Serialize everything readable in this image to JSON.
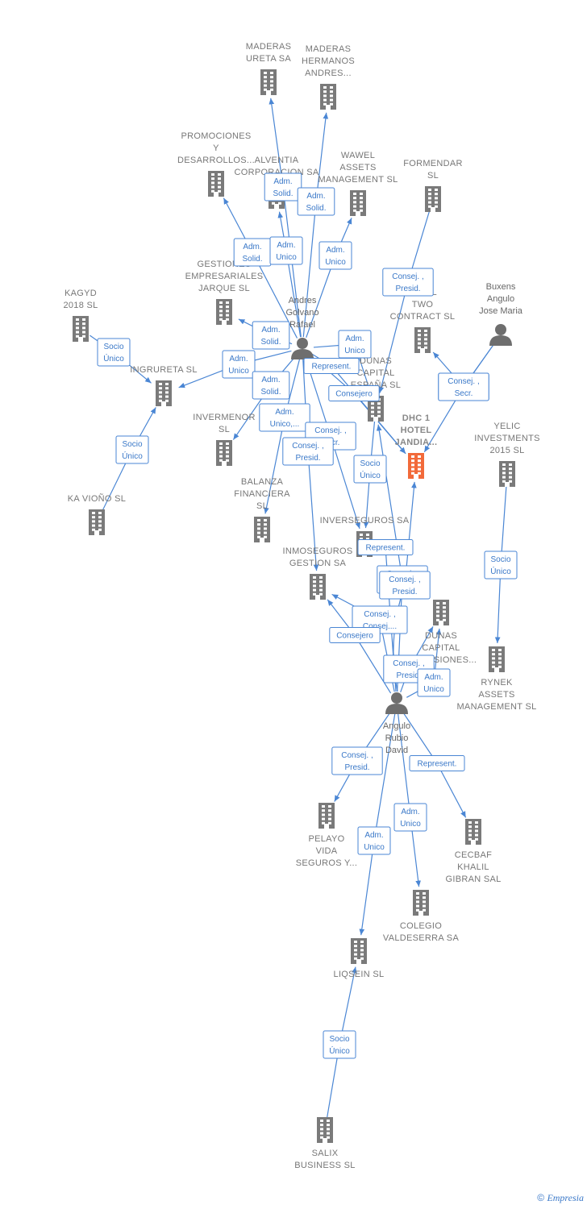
{
  "colors": {
    "company": "#7a7a7a",
    "focus": "#f26a3a",
    "person": "#6e6e6e",
    "edge": "#4a86d4"
  },
  "footer": {
    "copyright": "©",
    "brand": "Empresia"
  },
  "nodes": [
    {
      "id": "maderas_ureta",
      "type": "company",
      "label": [
        "MADERAS",
        "URETA SA"
      ]
    },
    {
      "id": "maderas_hermanos",
      "type": "company",
      "label": [
        "MADERAS",
        "HERMANOS",
        "ANDRES..."
      ]
    },
    {
      "id": "promociones",
      "type": "company",
      "label": [
        "PROMOCIONES",
        "Y",
        "DESARROLLOS..."
      ]
    },
    {
      "id": "alventia",
      "type": "company",
      "label": [
        "ALVENTIA",
        "CORPORACION SA"
      ]
    },
    {
      "id": "wawel",
      "type": "company",
      "label": [
        "WAWEL",
        "ASSETS",
        "MANAGEMENT SL"
      ]
    },
    {
      "id": "formendar",
      "type": "company",
      "label": [
        "FORMENDAR",
        "SL"
      ]
    },
    {
      "id": "gestiones",
      "type": "company",
      "label": [
        "GESTIONES",
        "EMPRESARIALES",
        "JARQUE SL"
      ]
    },
    {
      "id": "kagyd",
      "type": "company",
      "label": [
        "KAGYD",
        "2018  SL"
      ]
    },
    {
      "id": "two_contract",
      "type": "company",
      "label": [
        "TOTAL",
        "TWO",
        "CONTRACT SL"
      ]
    },
    {
      "id": "buxens",
      "type": "person",
      "label": [
        "Buxens",
        "Angulo",
        "Jose Maria"
      ]
    },
    {
      "id": "andres",
      "type": "person",
      "label": [
        "Andres",
        "Golvano",
        "Rafael"
      ]
    },
    {
      "id": "ingrureta",
      "type": "company",
      "label": [
        "INGRURETA SL"
      ]
    },
    {
      "id": "dunas_espana",
      "type": "company",
      "label": [
        "DUNAS",
        "CAPITAL",
        "ESPAÑA SL"
      ]
    },
    {
      "id": "dhc",
      "type": "focus",
      "label": [
        "DHC 1",
        "HOTEL",
        "JANDIA..."
      ]
    },
    {
      "id": "yelic",
      "type": "company",
      "label": [
        "YELIC",
        "INVESTMENTS",
        "2015  SL"
      ]
    },
    {
      "id": "invermenor",
      "type": "company",
      "label": [
        "INVERMENOR",
        "SL"
      ]
    },
    {
      "id": "ka_vino",
      "type": "company",
      "label": [
        "KA VIOÑO  SL"
      ]
    },
    {
      "id": "balanza",
      "type": "company",
      "label": [
        "BALANZA",
        "FINANCIERA",
        "SL"
      ]
    },
    {
      "id": "inverseguros",
      "type": "company",
      "label": [
        "INVERSEGUROS SA"
      ]
    },
    {
      "id": "inmoseguros",
      "type": "company",
      "label": [
        "INMOSEGUROS",
        "GESTION SA"
      ]
    },
    {
      "id": "dunas_inversiones",
      "type": "company",
      "label": [
        "DUNAS",
        "CAPITAL",
        "INVERSIONES..."
      ]
    },
    {
      "id": "rynek",
      "type": "company",
      "label": [
        "RYNEK",
        "ASSETS",
        "MANAGEMENT SL"
      ]
    },
    {
      "id": "angulo",
      "type": "person",
      "label": [
        "Angulo",
        "Rubio",
        "David"
      ]
    },
    {
      "id": "pelayo",
      "type": "company",
      "label": [
        "PELAYO",
        "VIDA",
        "SEGUROS Y..."
      ]
    },
    {
      "id": "cecbaf",
      "type": "company",
      "label": [
        "CECBAF",
        "KHALIL",
        "GIBRAN SAL"
      ]
    },
    {
      "id": "colegio",
      "type": "company",
      "label": [
        "COLEGIO",
        "VALDESERRA SA"
      ]
    },
    {
      "id": "liqsein",
      "type": "company",
      "label": [
        "LIQSEIN SL"
      ]
    },
    {
      "id": "salix",
      "type": "company",
      "label": [
        "SALIX",
        "BUSINESS  SL"
      ]
    }
  ],
  "edges": [
    {
      "from": "andres",
      "to": "maderas_ureta",
      "label": [
        "Adm.",
        "Solid."
      ]
    },
    {
      "from": "andres",
      "to": "maderas_hermanos",
      "label": [
        "Adm.",
        "Solid."
      ]
    },
    {
      "from": "andres",
      "to": "promociones",
      "label": [
        "Adm.",
        "Solid."
      ]
    },
    {
      "from": "andres",
      "to": "alventia",
      "label": [
        "Adm.",
        "Unico"
      ]
    },
    {
      "from": "andres",
      "to": "wawel",
      "label": [
        "Adm.",
        "Unico"
      ]
    },
    {
      "from": "andres",
      "to": "gestiones",
      "label": [
        "Adm.",
        "Solid."
      ]
    },
    {
      "from": "andres",
      "to": "ingrureta",
      "label": [
        "Adm.",
        "Unico"
      ]
    },
    {
      "from": "andres",
      "to": "invermenor",
      "label": [
        "Adm.",
        "Solid."
      ]
    },
    {
      "from": "andres",
      "to": "dunas_espana",
      "label": [
        "Adm.",
        "Unico"
      ]
    },
    {
      "from": "andres",
      "to": "dhc",
      "label": [
        "Represent."
      ]
    },
    {
      "from": "andres",
      "to": "dhc",
      "label": [
        "Consejero"
      ]
    },
    {
      "from": "andres",
      "to": "balanza",
      "label": [
        "Adm.",
        "Unico,..."
      ]
    },
    {
      "from": "andres",
      "to": "inverseguros",
      "label": [
        "Consej. ,",
        "Secr."
      ]
    },
    {
      "from": "andres",
      "to": "inmoseguros",
      "label": [
        "Consej. ,",
        "Presid."
      ]
    },
    {
      "from": "formendar",
      "to": "dunas_espana",
      "label": [
        "Consej. ,",
        "Presid."
      ]
    },
    {
      "from": "buxens",
      "to": "two_contract",
      "label": [
        "Consej. ,",
        "Secr."
      ]
    },
    {
      "from": "buxens",
      "to": "dhc",
      "label": [
        "Consej. ,",
        "Secr."
      ]
    },
    {
      "from": "kagyd",
      "to": "ingrureta",
      "label": [
        "Socio",
        "Único"
      ]
    },
    {
      "from": "ka_vino",
      "to": "ingrureta",
      "label": [
        "Socio",
        "Único"
      ]
    },
    {
      "from": "dunas_espana",
      "to": "inverseguros",
      "label": [
        "Socio",
        "Único"
      ]
    },
    {
      "from": "yelic",
      "to": "rynek",
      "label": [
        "Socio",
        "Único"
      ]
    },
    {
      "from": "angulo",
      "to": "inverseguros",
      "label": [
        "Represent."
      ]
    },
    {
      "from": "angulo",
      "to": "dunas_espana",
      "label": [
        "Consej. ,",
        "Presid."
      ]
    },
    {
      "from": "angulo",
      "to": "dhc",
      "label": [
        "Consej. ,",
        "Presid."
      ]
    },
    {
      "from": "angulo",
      "to": "inmoseguros",
      "label": [
        "Consej. ,",
        "Consej...."
      ]
    },
    {
      "from": "angulo",
      "to": "inmoseguros",
      "label": [
        "Consejero"
      ]
    },
    {
      "from": "angulo",
      "to": "dunas_inversiones",
      "label": [
        "Consej. ,",
        "Presid."
      ]
    },
    {
      "from": "angulo",
      "to": "dunas_inversiones",
      "label": [
        "Adm.",
        "Unico"
      ]
    },
    {
      "from": "angulo",
      "to": "pelayo",
      "label": [
        "Consej. ,",
        "Presid."
      ]
    },
    {
      "from": "angulo",
      "to": "cecbaf",
      "label": [
        "Represent."
      ]
    },
    {
      "from": "angulo",
      "to": "colegio",
      "label": [
        "Adm.",
        "Unico"
      ]
    },
    {
      "from": "angulo",
      "to": "liqsein",
      "label": [
        "Adm.",
        "Unico"
      ]
    },
    {
      "from": "salix",
      "to": "liqsein",
      "label": [
        "Socio",
        "Único"
      ]
    }
  ]
}
